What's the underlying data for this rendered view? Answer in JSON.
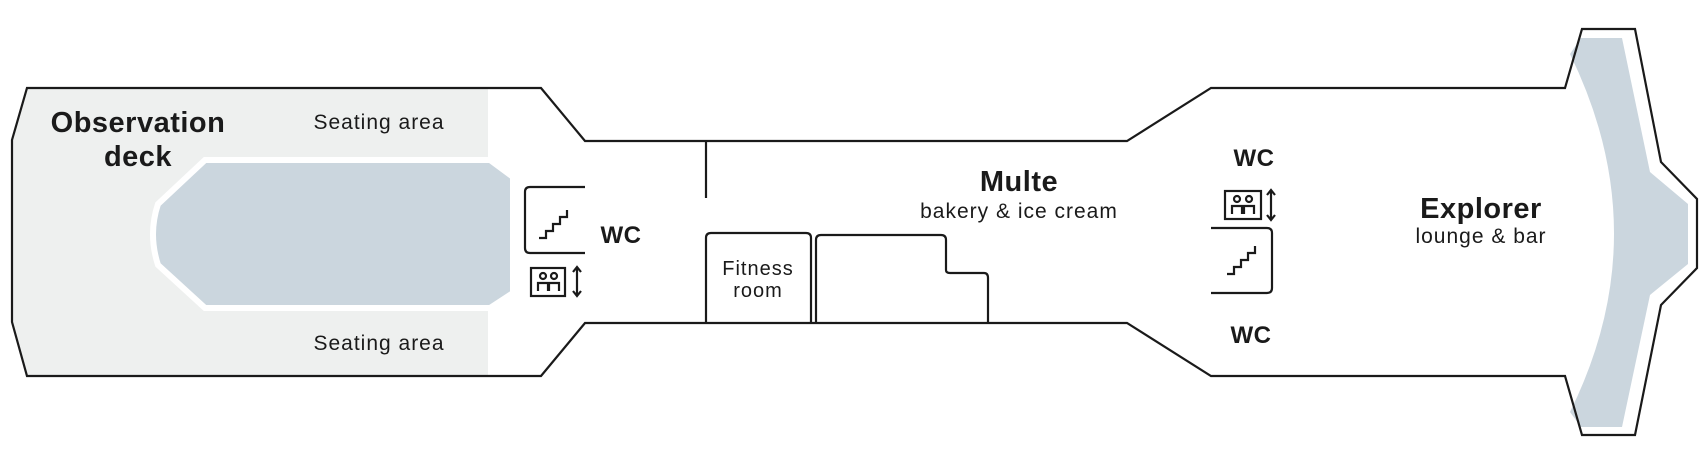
{
  "observation": {
    "title_line1": "Observation",
    "title_line2": "deck",
    "seating_top": "Seating area",
    "seating_bottom": "Seating area"
  },
  "left_services": {
    "wc": "WC"
  },
  "fitness": {
    "line1": "Fitness",
    "line2": "room"
  },
  "multe": {
    "title": "Multe",
    "subtitle": "bakery & ice cream"
  },
  "right_services": {
    "wc_top": "WC",
    "wc_bottom": "WC"
  },
  "explorer": {
    "title": "Explorer",
    "subtitle": "lounge & bar"
  },
  "colors": {
    "grey_area": "#eef0ef",
    "blue_area": "#cbd6de",
    "outline": "#1a1a1a"
  },
  "icons": [
    "stairs-icon",
    "elevator-icon"
  ]
}
